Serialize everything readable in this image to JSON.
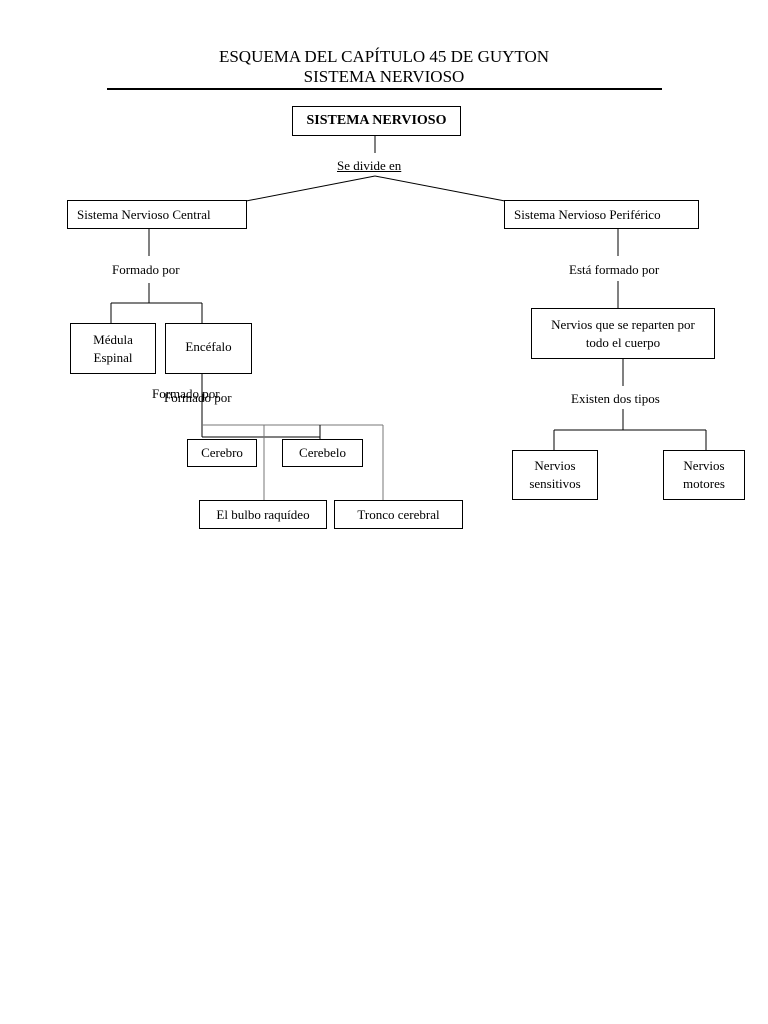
{
  "header": {
    "title_line1": "ESQUEMA DEL CAPÍTULO 45 DE GUYTON",
    "title_line2": "SISTEMA NERVIOSO"
  },
  "nodes": {
    "root": "SISTEMA NERVIOSO",
    "snc": "Sistema Nervioso Central",
    "snp": "Sistema Nervioso Periférico",
    "medula": "Médula Espinal",
    "encefalo": "Encéfalo",
    "nervios_cuerpo": "Nervios que se reparten por todo el cuerpo",
    "cerebro": "Cerebro",
    "cerebelo": "Cerebelo",
    "bulbo": "El bulbo raquídeo",
    "tronco": "Tronco cerebral",
    "sensitivos": "Nervios sensitivos",
    "motores": "Nervios motores"
  },
  "labels": {
    "se_divide": "Se divide en",
    "formado_snc": "Formado por",
    "formado_encefalo_a": "Formado por",
    "formado_encefalo_b": "Formado por",
    "esta_formado": "Está formado por",
    "existen": "Existen dos tipos"
  }
}
